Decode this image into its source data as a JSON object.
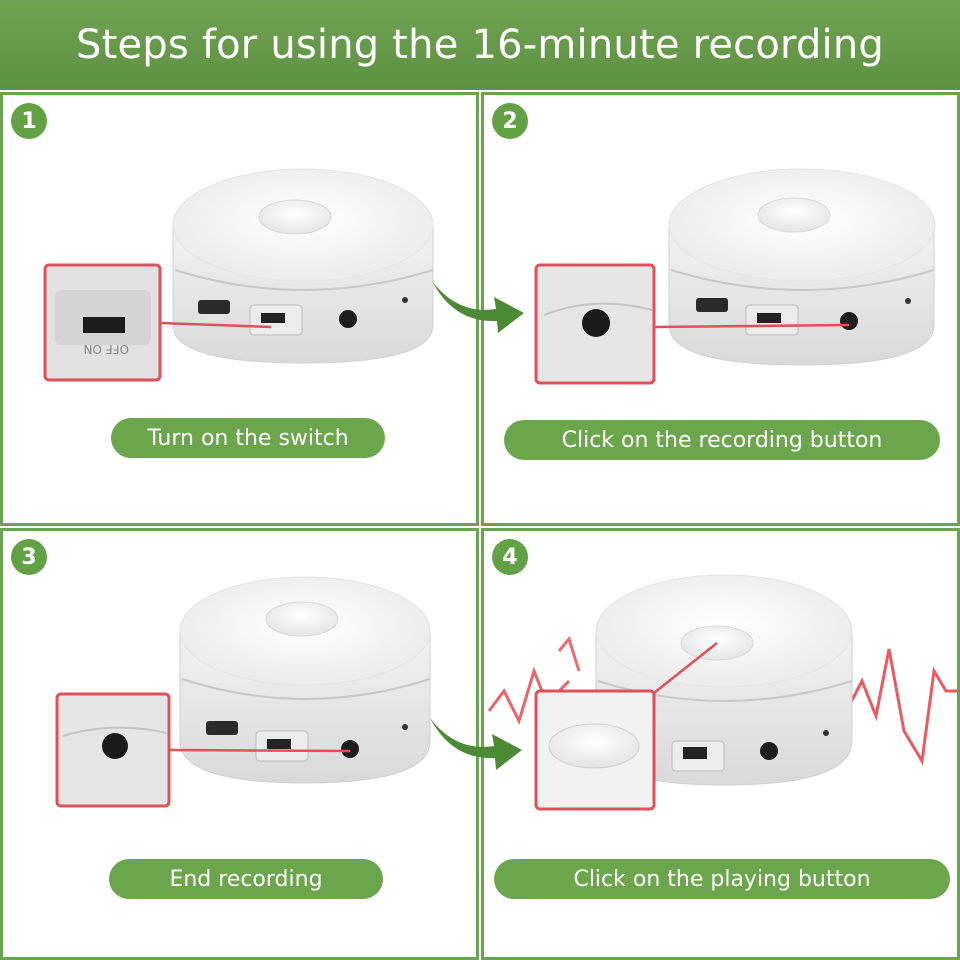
{
  "title": "Steps for using the 16-minute recording",
  "steps": [
    {
      "number": "1",
      "caption": "Turn on the switch"
    },
    {
      "number": "2",
      "caption": "Click on the recording button"
    },
    {
      "number": "3",
      "caption": "End recording"
    },
    {
      "number": "4",
      "caption": "Click on the playing button"
    }
  ],
  "colors": {
    "green": "#6ba64d",
    "highlight": "#e0505a",
    "wave": "#e8474f"
  },
  "switch_label": "OFF ON"
}
